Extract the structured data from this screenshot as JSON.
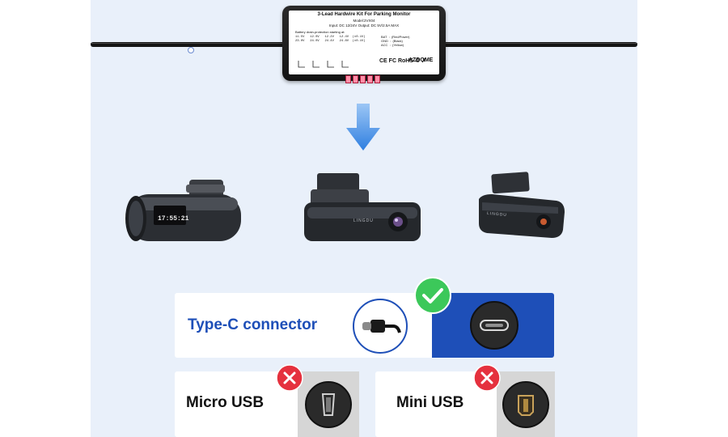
{
  "kit": {
    "title": "3-Lead Hardwire Kit For Parking Monitor",
    "model": "Model:2VX04",
    "io": "Input: DC 12/24V    Output: DC 5V/2.5A MAX",
    "battery_note": "Battery drain-protection starting at:",
    "voltage_table": "11.5V   12.0V   12.2V   12.4V  (±0.1V)\n23.0V   24.0V   24.4V   24.8V  (±0.1V)",
    "wires": "BAT  :  (Red/Power)\nGND  :  (Black)\nACC  :  (Yellow)",
    "symbols": "CE FC RoHS ♲ ✗",
    "brand": "AZDOME"
  },
  "cameras": {
    "left_display_time": "17:55:21",
    "middle_brand": "LINGDU",
    "right_brand": "LINGDU"
  },
  "connectors": {
    "type_c_label": "Type-C connector",
    "micro_label": "Micro USB",
    "mini_label": "Mini USB"
  },
  "colors": {
    "accent_blue": "#1e4fb8",
    "check_green": "#3cc85a",
    "cross_red": "#e5313e",
    "arrow_blue": "#2f7fe0"
  }
}
